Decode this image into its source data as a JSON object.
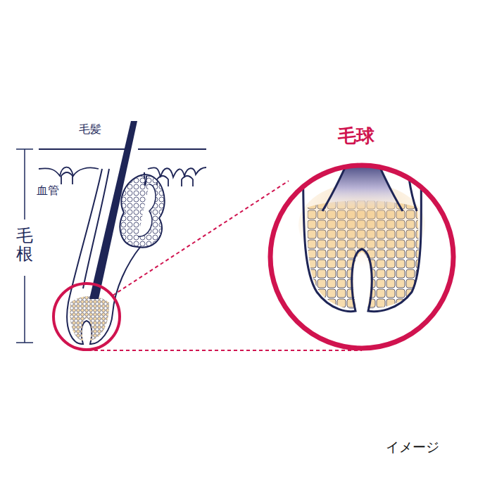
{
  "diagram": {
    "labels": [
      "毛髪",
      "血管",
      "毛根",
      "毛球",
      "イメージ"
    ]
  }
}
